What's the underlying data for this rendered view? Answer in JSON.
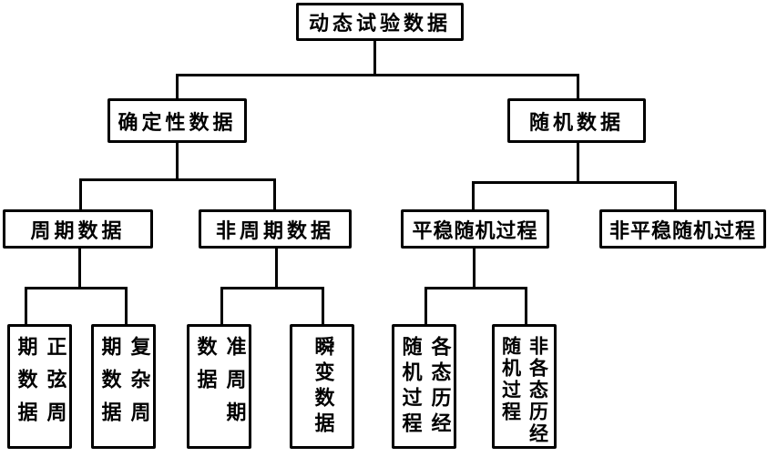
{
  "diagram": {
    "root": {
      "label": "动态试验数据"
    },
    "level1": [
      {
        "label": "确定性数据"
      },
      {
        "label": "随机数据"
      }
    ],
    "level2": [
      {
        "label": "周期数据"
      },
      {
        "label": "非周期数据"
      },
      {
        "label": "平稳随机过程"
      },
      {
        "label": "非平稳随机过程"
      }
    ],
    "leaves": [
      {
        "label": "正弦周期数据"
      },
      {
        "label": "复杂周期数据"
      },
      {
        "label": "准周期数据"
      },
      {
        "label": "瞬变数据"
      },
      {
        "label": "各态历经随机过程"
      },
      {
        "label": "非各态历经随机过程"
      }
    ]
  }
}
